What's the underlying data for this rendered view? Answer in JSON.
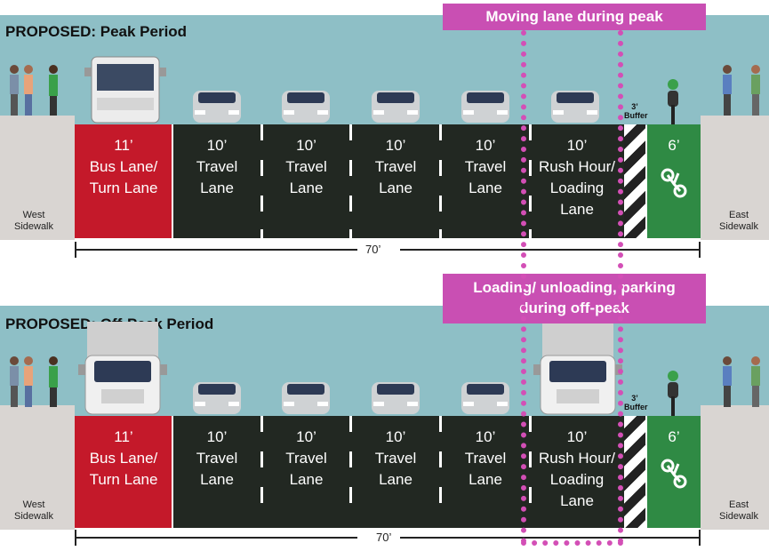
{
  "panels": [
    {
      "title": "PROPOSED: Peak Period",
      "callout": "Moving lane during peak",
      "lanes": [
        {
          "width": "11’",
          "name": "Bus Lane/\nTurn Lane"
        },
        {
          "width": "10’",
          "name": "Travel\nLane"
        },
        {
          "width": "10’",
          "name": "Travel\nLane"
        },
        {
          "width": "10’",
          "name": "Travel\nLane"
        },
        {
          "width": "10’",
          "name": "Travel\nLane"
        },
        {
          "width": "10’",
          "name": "Rush Hour/\nLoading\nLane"
        },
        {
          "width": "6’",
          "name": ""
        }
      ],
      "buffer": "3’\nBuffer",
      "west": "West\nSidewalk",
      "east": "East\nSidewalk",
      "total": "70’"
    },
    {
      "title": "PROPOSED: Off-Peak Period",
      "callout": "Loading/ unloading, parking\nduring off-peak",
      "lanes": [
        {
          "width": "11’",
          "name": "Bus Lane/\nTurn Lane"
        },
        {
          "width": "10’",
          "name": "Travel\nLane"
        },
        {
          "width": "10’",
          "name": "Travel\nLane"
        },
        {
          "width": "10’",
          "name": "Travel\nLane"
        },
        {
          "width": "10’",
          "name": "Travel\nLane"
        },
        {
          "width": "10’",
          "name": "Rush Hour/\nLoading\nLane"
        },
        {
          "width": "6’",
          "name": ""
        }
      ],
      "buffer": "3’\nBuffer",
      "west": "West\nSidewalk",
      "east": "East\nSidewalk",
      "total": "70’"
    }
  ],
  "colors": {
    "bus_lane": "#c4192a",
    "bike_lane": "#2f8a44",
    "callout": "#c94fb3",
    "road": "#222822",
    "sky": "#8ebfc6"
  }
}
